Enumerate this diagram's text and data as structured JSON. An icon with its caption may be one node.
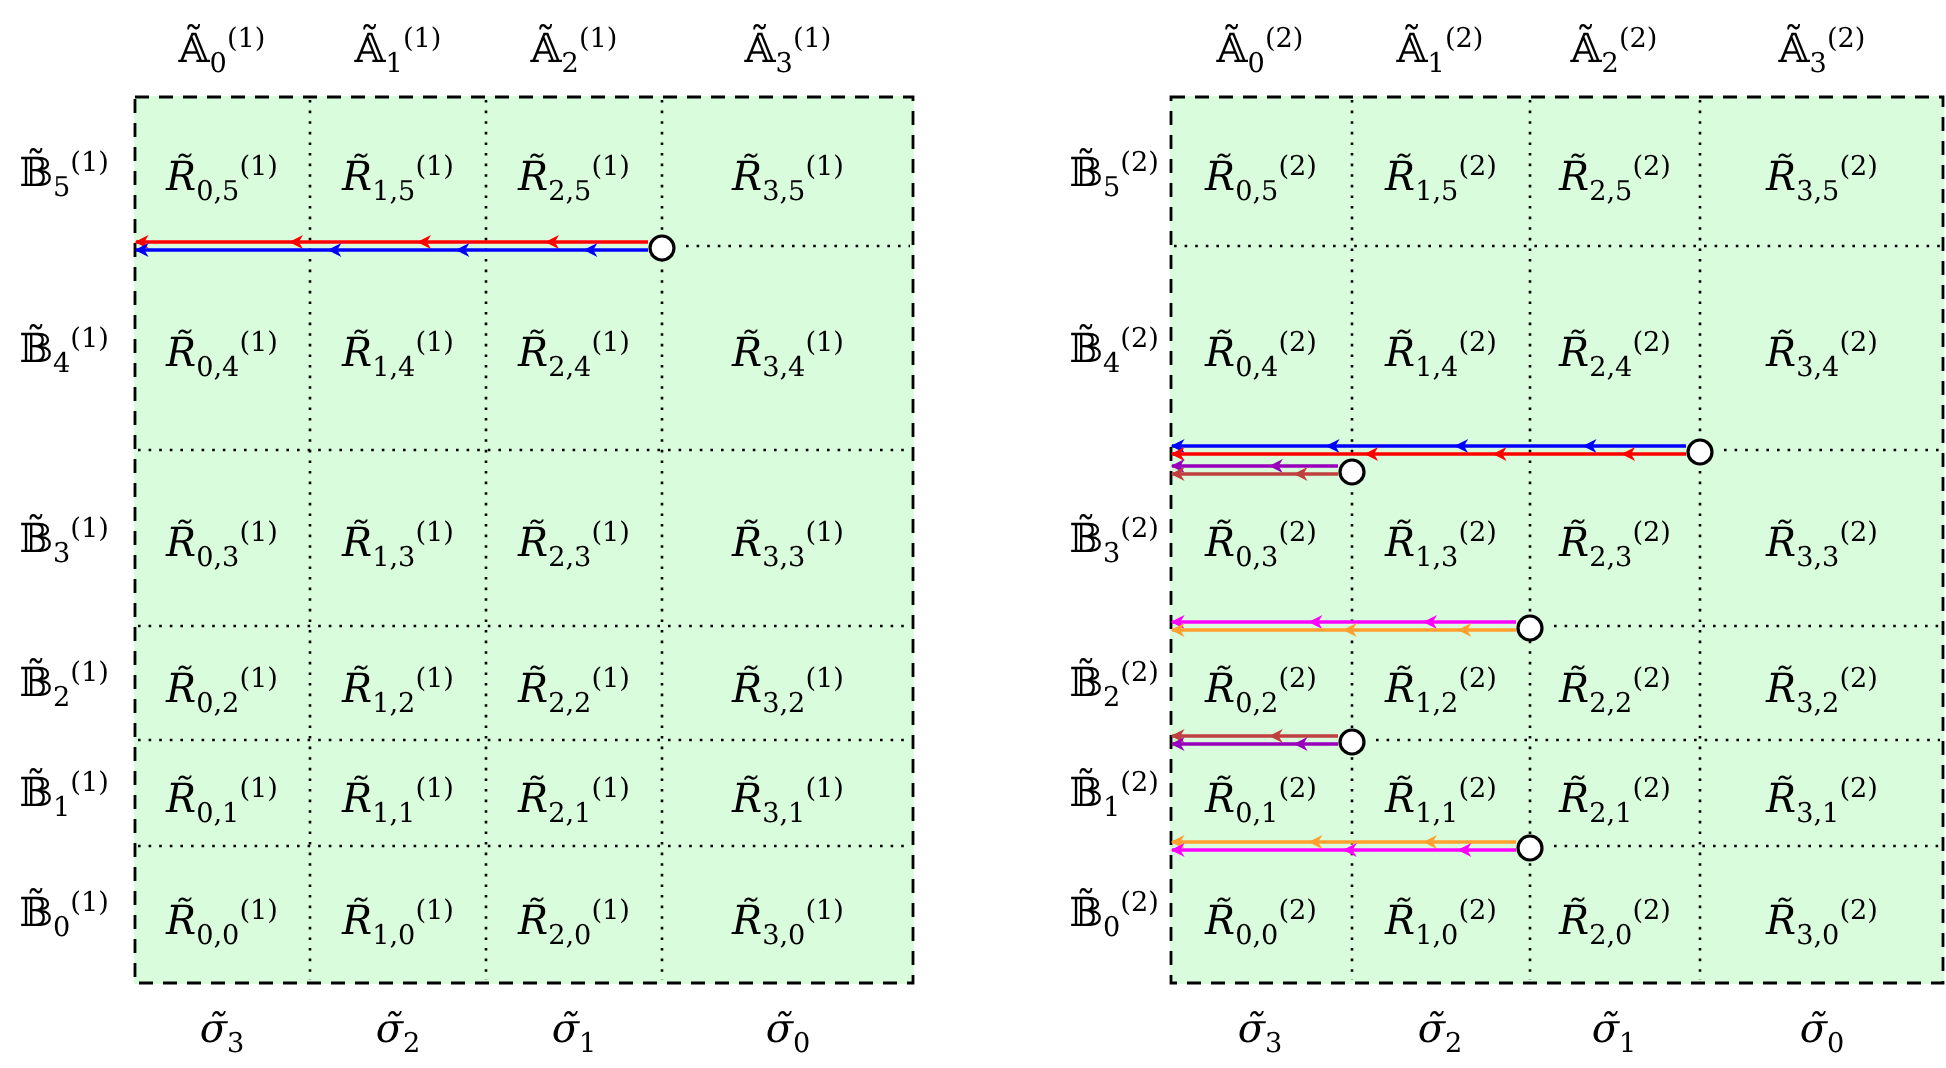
{
  "diagram": {
    "nodes": [
      {
        "text": [],
        "shape": "box"
      },
      {
        "text": [
          "*R̃*$_{0,5}$$^{(1)}$"
        ],
        "in": 0
      },
      {
        "text": [
          "*R̃*$_{1,5}$$^{(1)}$"
        ],
        "in": 0
      },
      {
        "text": [
          "*R̃*$_{2,5}$$^{(1)}$"
        ],
        "in": 0
      },
      {
        "text": [
          "*R̃*$_{3,5}$$^{(1)}$"
        ],
        "in": 0
      },
      {
        "text": [
          "*R̃*$_{0,4}$$^{(1)}$"
        ],
        "in": 0
      },
      {
        "text": [
          "*R̃*$_{1,4}$$^{(1)}$"
        ],
        "in": 0
      },
      {
        "text": [
          "*R̃*$_{2,4}$$^{(1)}$"
        ],
        "in": 0
      },
      {
        "text": [
          "*R̃*$_{3,4}$$^{(1)}$"
        ],
        "in": 0
      },
      {
        "text": [
          "*R̃*$_{0,3}$$^{(1)}$"
        ],
        "in": 0
      },
      {
        "text": [
          "*R̃*$_{1,3}$$^{(1)}$"
        ],
        "in": 0
      },
      {
        "text": [
          "*R̃*$_{2,3}$$^{(1)}$"
        ],
        "in": 0
      },
      {
        "text": [
          "*R̃*$_{3,3}$$^{(1)}$"
        ],
        "in": 0
      },
      {
        "text": [
          "*R̃*$_{0,2}$$^{(1)}$"
        ],
        "in": 0
      },
      {
        "text": [
          "*R̃*$_{1,2}$$^{(1)}$"
        ],
        "in": 0
      },
      {
        "text": [
          "*R̃*$_{2,2}$$^{(1)}$"
        ],
        "in": 0
      },
      {
        "text": [
          "*R̃*$_{3,2}$$^{(1)}$"
        ],
        "in": 0
      },
      {
        "text": [
          "*R̃*$_{0,1}$$^{(1)}$"
        ],
        "in": 0
      },
      {
        "text": [
          "*R̃*$_{1,1}$$^{(1)}$"
        ],
        "in": 0
      },
      {
        "text": [
          "*R̃*$_{2,1}$$^{(1)}$"
        ],
        "in": 0
      },
      {
        "text": [
          "*R̃*$_{3,1}$$^{(1)}$"
        ],
        "in": 0
      },
      {
        "text": [
          "*R̃*$_{0,0}$$^{(1)}$"
        ],
        "in": 0
      },
      {
        "text": [
          "*R̃*$_{1,0}$$^{(1)}$"
        ],
        "in": 0
      },
      {
        "text": [
          "*R̃*$_{2,0}$$^{(1)}$"
        ],
        "in": 0
      },
      {
        "text": [
          "*R̃*$_{3,0}$$^{(1)}$"
        ],
        "in": 0
      },
      {
        "text": [],
        "shape": "circle",
        "in": 0
      },
      {
        "text": [],
        "shape": "box"
      },
      {
        "text": [
          "*R̃*$_{0,5}$$^{(2)}$"
        ],
        "in": 26
      },
      {
        "text": [
          "*R̃*$_{1,5}$$^{(2)}$"
        ],
        "in": 26
      },
      {
        "text": [
          "*R̃*$_{2,5}$$^{(2)}$"
        ],
        "in": 26
      },
      {
        "text": [
          "*R̃*$_{3,5}$$^{(2)}$"
        ],
        "in": 26
      },
      {
        "text": [
          "*R̃*$_{0,4}$$^{(2)}$"
        ],
        "in": 26
      },
      {
        "text": [
          "*R̃*$_{1,4}$$^{(2)}$"
        ],
        "in": 26
      },
      {
        "text": [
          "*R̃*$_{2,4}$$^{(2)}$"
        ],
        "in": 26
      },
      {
        "text": [
          "*R̃*$_{3,4}$$^{(2)}$"
        ],
        "in": 26
      },
      {
        "text": [
          "*R̃*$_{0,3}$$^{(2)}$"
        ],
        "in": 26
      },
      {
        "text": [
          "*R̃*$_{1,3}$$^{(2)}$"
        ],
        "in": 26
      },
      {
        "text": [
          "*R̃*$_{2,3}$$^{(2)}$"
        ],
        "in": 26
      },
      {
        "text": [
          "*R̃*$_{3,3}$$^{(2)}$"
        ],
        "in": 26
      },
      {
        "text": [
          "*R̃*$_{0,2}$$^{(2)}$"
        ],
        "in": 26
      },
      {
        "text": [
          "*R̃*$_{1,2}$$^{(2)}$"
        ],
        "in": 26
      },
      {
        "text": [
          "*R̃*$_{2,2}$$^{(2)}$"
        ],
        "in": 26
      },
      {
        "text": [
          "*R̃*$_{3,2}$$^{(2)}$"
        ],
        "in": 26
      },
      {
        "text": [
          "*R̃*$_{0,1}$$^{(2)}$"
        ],
        "in": 26
      },
      {
        "text": [
          "*R̃*$_{1,1}$$^{(2)}$"
        ],
        "in": 26
      },
      {
        "text": [
          "*R̃*$_{2,1}$$^{(2)}$"
        ],
        "in": 26
      },
      {
        "text": [
          "*R̃*$_{3,1}$$^{(2)}$"
        ],
        "in": 26
      },
      {
        "text": [
          "*R̃*$_{0,0}$$^{(2)}$"
        ],
        "in": 26
      },
      {
        "text": [
          "*R̃*$_{1,0}$$^{(2)}$"
        ],
        "in": 26
      },
      {
        "text": [
          "*R̃*$_{2,0}$$^{(2)}$"
        ],
        "in": 26
      },
      {
        "text": [
          "*R̃*$_{3,0}$$^{(2)}$"
        ],
        "in": 26
      },
      {
        "text": [],
        "shape": "circle",
        "in": 26
      },
      {
        "text": [],
        "shape": "circle",
        "in": 26
      },
      {
        "text": [],
        "shape": "circle",
        "in": 26
      },
      {
        "text": [],
        "shape": "circle",
        "in": 26
      },
      {
        "text": [],
        "shape": "circle",
        "in": 26
      }
    ],
    "edges": [
      {
        "from": 25,
        "to": 0,
        "arrow": "to",
        "color": "#ff0000"
      },
      {
        "from": 25,
        "to": 0,
        "arrow": "to",
        "color": "#0000ff"
      },
      {
        "from": 51,
        "to": 26,
        "arrow": "to",
        "color": "#0000ff"
      },
      {
        "from": 51,
        "to": 26,
        "arrow": "to",
        "color": "#ff0000"
      },
      {
        "from": 52,
        "to": 26,
        "arrow": "to",
        "color": "#9900bb"
      },
      {
        "from": 52,
        "to": 26,
        "arrow": "to",
        "color": "#c04040"
      },
      {
        "from": 53,
        "to": 26,
        "arrow": "to",
        "color": "#ff00ff"
      },
      {
        "from": 53,
        "to": 26,
        "arrow": "to",
        "color": "#ffa030"
      },
      {
        "from": 54,
        "to": 26,
        "arrow": "to",
        "color": "#c04040"
      },
      {
        "from": 54,
        "to": 26,
        "arrow": "to",
        "color": "#9900bb"
      },
      {
        "from": 55,
        "to": 26,
        "arrow": "to",
        "color": "#ffa030"
      },
      {
        "from": 55,
        "to": 26,
        "arrow": "to",
        "color": "#ff00ff"
      }
    ],
    "labels": [
      "𝔸̃$_{0}$$^{(1)}$",
      "𝔸̃$_{1}$$^{(1)}$",
      "𝔸̃$_{2}$$^{(1)}$",
      "𝔸̃$_{3}$$^{(1)}$",
      "𝔸̃$_{0}$$^{(2)}$",
      "𝔸̃$_{1}$$^{(2)}$",
      "𝔸̃$_{2}$$^{(2)}$",
      "𝔸̃$_{3}$$^{(2)}$",
      "𝔹̃$_{5}$$^{(1)}$",
      "𝔹̃$_{4}$$^{(1)}$",
      "𝔹̃$_{3}$$^{(1)}$",
      "𝔹̃$_{2}$$^{(1)}$",
      "𝔹̃$_{1}$$^{(1)}$",
      "𝔹̃$_{0}$$^{(1)}$",
      "𝔹̃$_{5}$$^{(2)}$",
      "𝔹̃$_{4}$$^{(2)}$",
      "𝔹̃$_{3}$$^{(2)}$",
      "𝔹̃$_{2}$$^{(2)}$",
      "𝔹̃$_{1}$$^{(2)}$",
      "𝔹̃$_{0}$$^{(2)}$",
      "*σ̃*$_{3}$",
      "*σ̃*$_{2}$",
      "*σ̃*$_{1}$",
      "*σ̃*$_{0}$",
      "*σ̃*$_{3}$",
      "*σ̃*$_{2}$",
      "*σ̃*$_{1}$",
      "*σ̃*$_{0}$"
    ]
  }
}
